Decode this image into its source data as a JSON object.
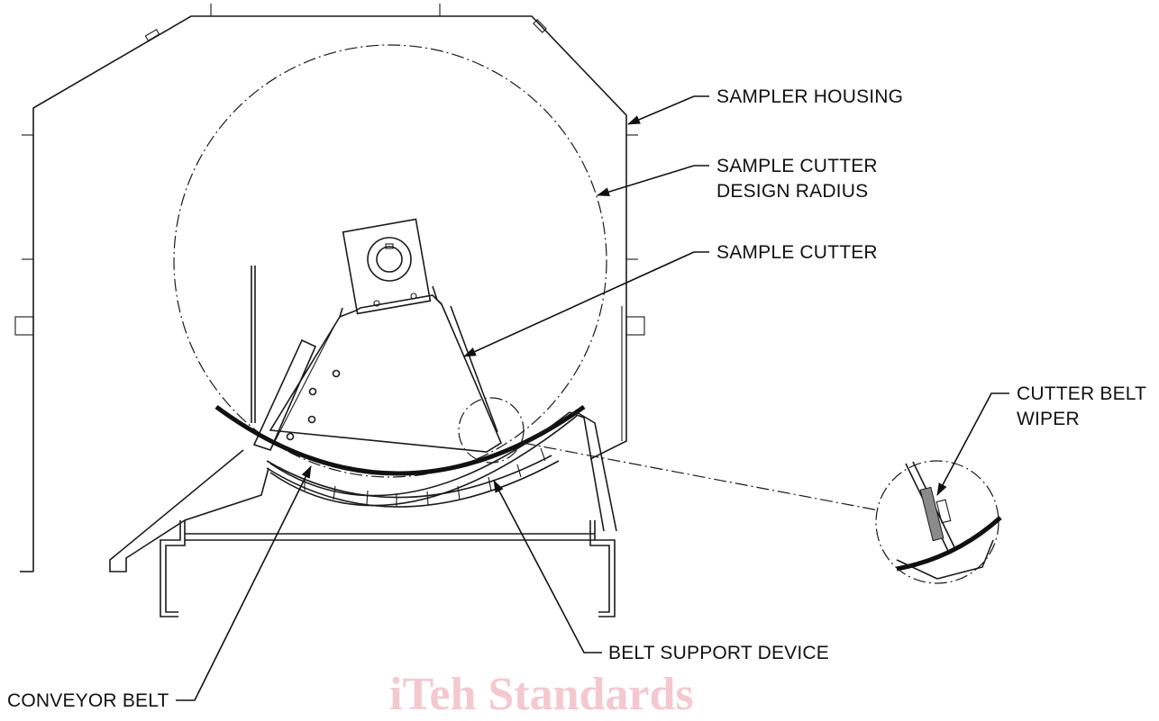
{
  "callouts": {
    "sampler_housing": "SAMPLER HOUSING",
    "cutter_radius": "SAMPLE CUTTER\nDESIGN RADIUS",
    "sample_cutter": "SAMPLE CUTTER",
    "cutter_belt_wiper": "CUTTER BELT\nWIPER",
    "belt_support_device": "BELT SUPPORT DEVICE",
    "conveyor_belt": "CONVEYOR BELT"
  },
  "watermark": "iTeh Standards",
  "colors": {
    "line": "#1a1a1a",
    "watermark": "#f3c9cf",
    "wiper": "#8a8a8a"
  }
}
